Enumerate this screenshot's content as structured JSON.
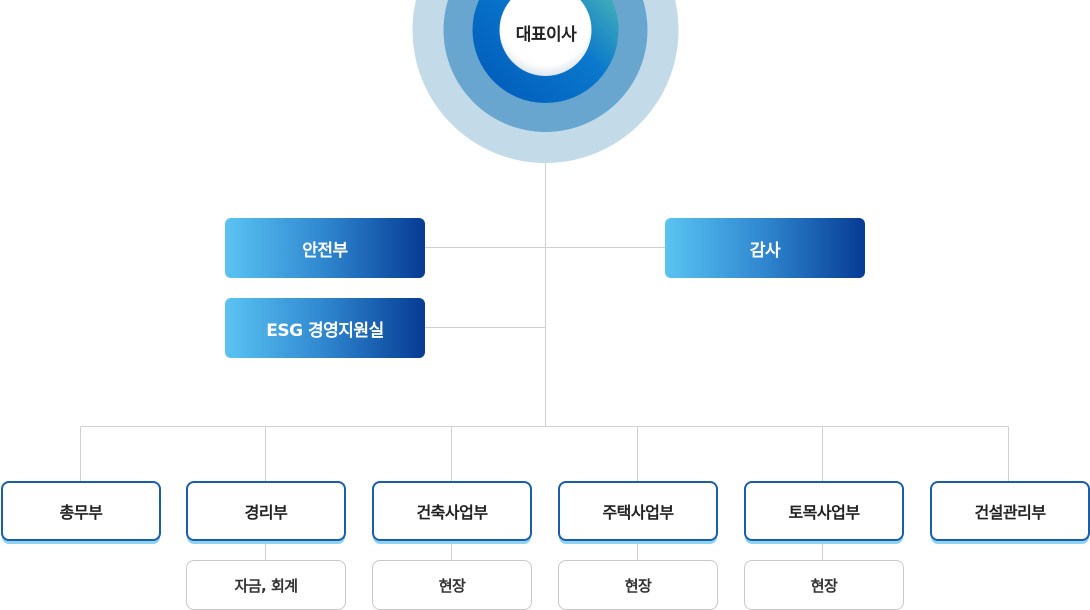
{
  "ceo": {
    "label": "대표이사"
  },
  "staff": {
    "left": [
      {
        "label": "안전부"
      },
      {
        "label": "ESG 경영지원실"
      }
    ],
    "right": [
      {
        "label": "감사"
      }
    ]
  },
  "departments": [
    {
      "label": "총무부",
      "sub": null
    },
    {
      "label": "경리부",
      "sub": "자금, 회계"
    },
    {
      "label": "건축사업부",
      "sub": "현장"
    },
    {
      "label": "주택사업부",
      "sub": "현장"
    },
    {
      "label": "토목사업부",
      "sub": "현장"
    },
    {
      "label": "건설관리부",
      "sub": null
    }
  ],
  "colors": {
    "ring_outer": "#c3dbe8",
    "ring_mid": "#68a6cf",
    "ring_inner": "#0068c0",
    "ring_accent": "#5fc4b5",
    "box_gradient_start": "#5ac4f2",
    "box_gradient_end": "#063b93",
    "dept_border": "#1b5ea8",
    "line": "#d0d0d0"
  }
}
